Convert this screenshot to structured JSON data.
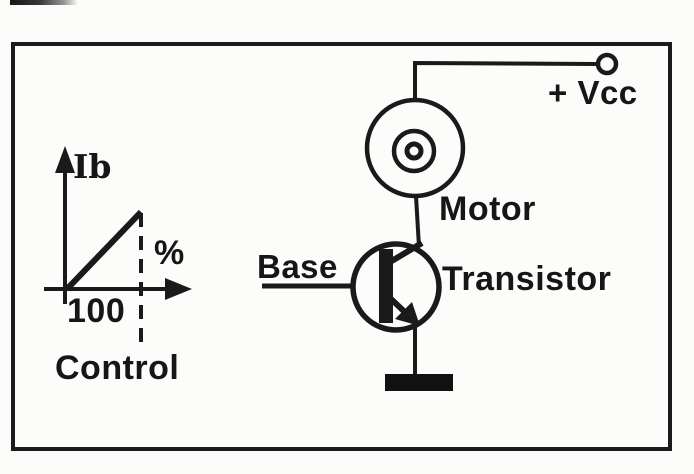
{
  "colors": {
    "ink": "#1a1a1a",
    "paper": "#fbfbf9"
  },
  "graph": {
    "type": "line",
    "y_label": "Ib",
    "x_label": "%",
    "x_tick": "100",
    "caption": "Control",
    "x_range": [
      0,
      100
    ],
    "shape": "linear ramp from origin up to dashed line at 100%"
  },
  "circuit": {
    "vcc": "+ Vcc",
    "motor": "Motor",
    "base": "Base",
    "transistor": "Transistor",
    "components": [
      "supply-terminal",
      "motor",
      "npn-transistor",
      "ground"
    ]
  }
}
